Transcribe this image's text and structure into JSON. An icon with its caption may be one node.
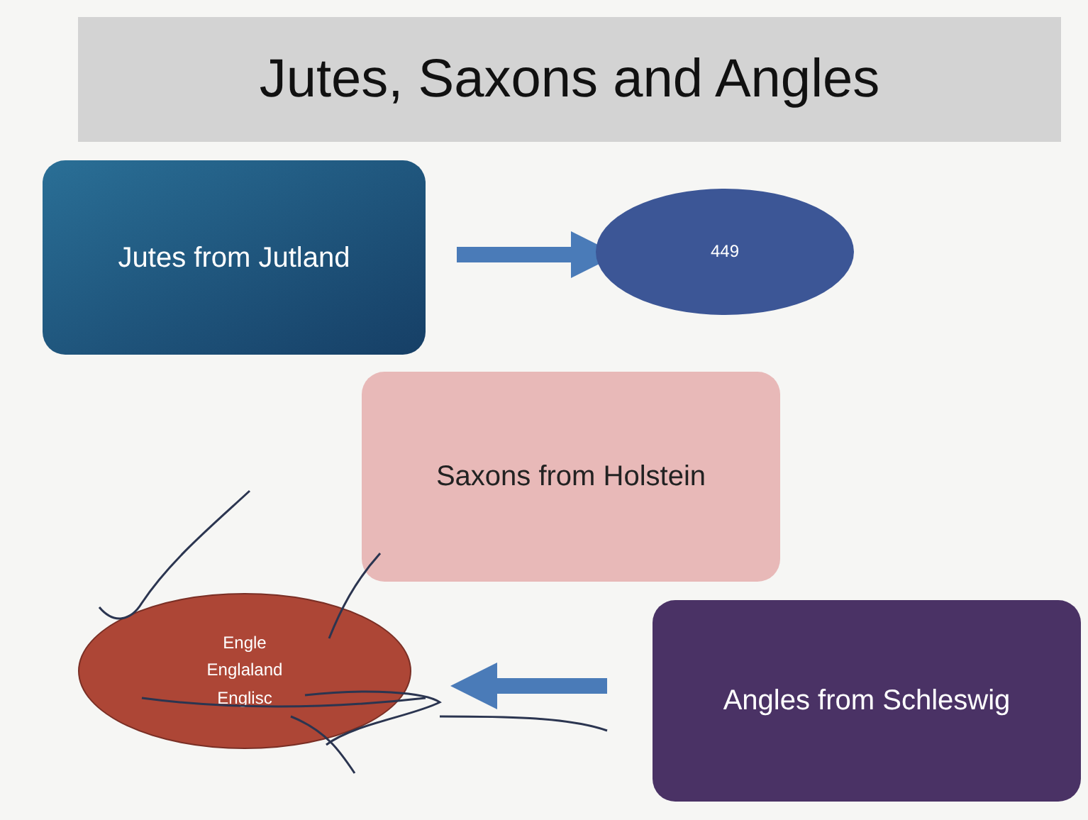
{
  "diagram": {
    "title": "Jutes, Saxons and Angles",
    "nodes": [
      {
        "text": [
          "Jutes from Jutland"
        ]
      },
      {
        "text": [
          "449"
        ]
      },
      {
        "text": [
          "Saxons from Holstein"
        ]
      },
      {
        "text": [
          "Engle",
          "Englaland",
          "Englisc"
        ]
      },
      {
        "text": [
          "Angles from Schleswig"
        ]
      }
    ],
    "edges": [
      {
        "from": 0,
        "to": 1,
        "arrow": "to"
      },
      {
        "from": 4,
        "to": 3,
        "arrow": "to"
      }
    ]
  }
}
